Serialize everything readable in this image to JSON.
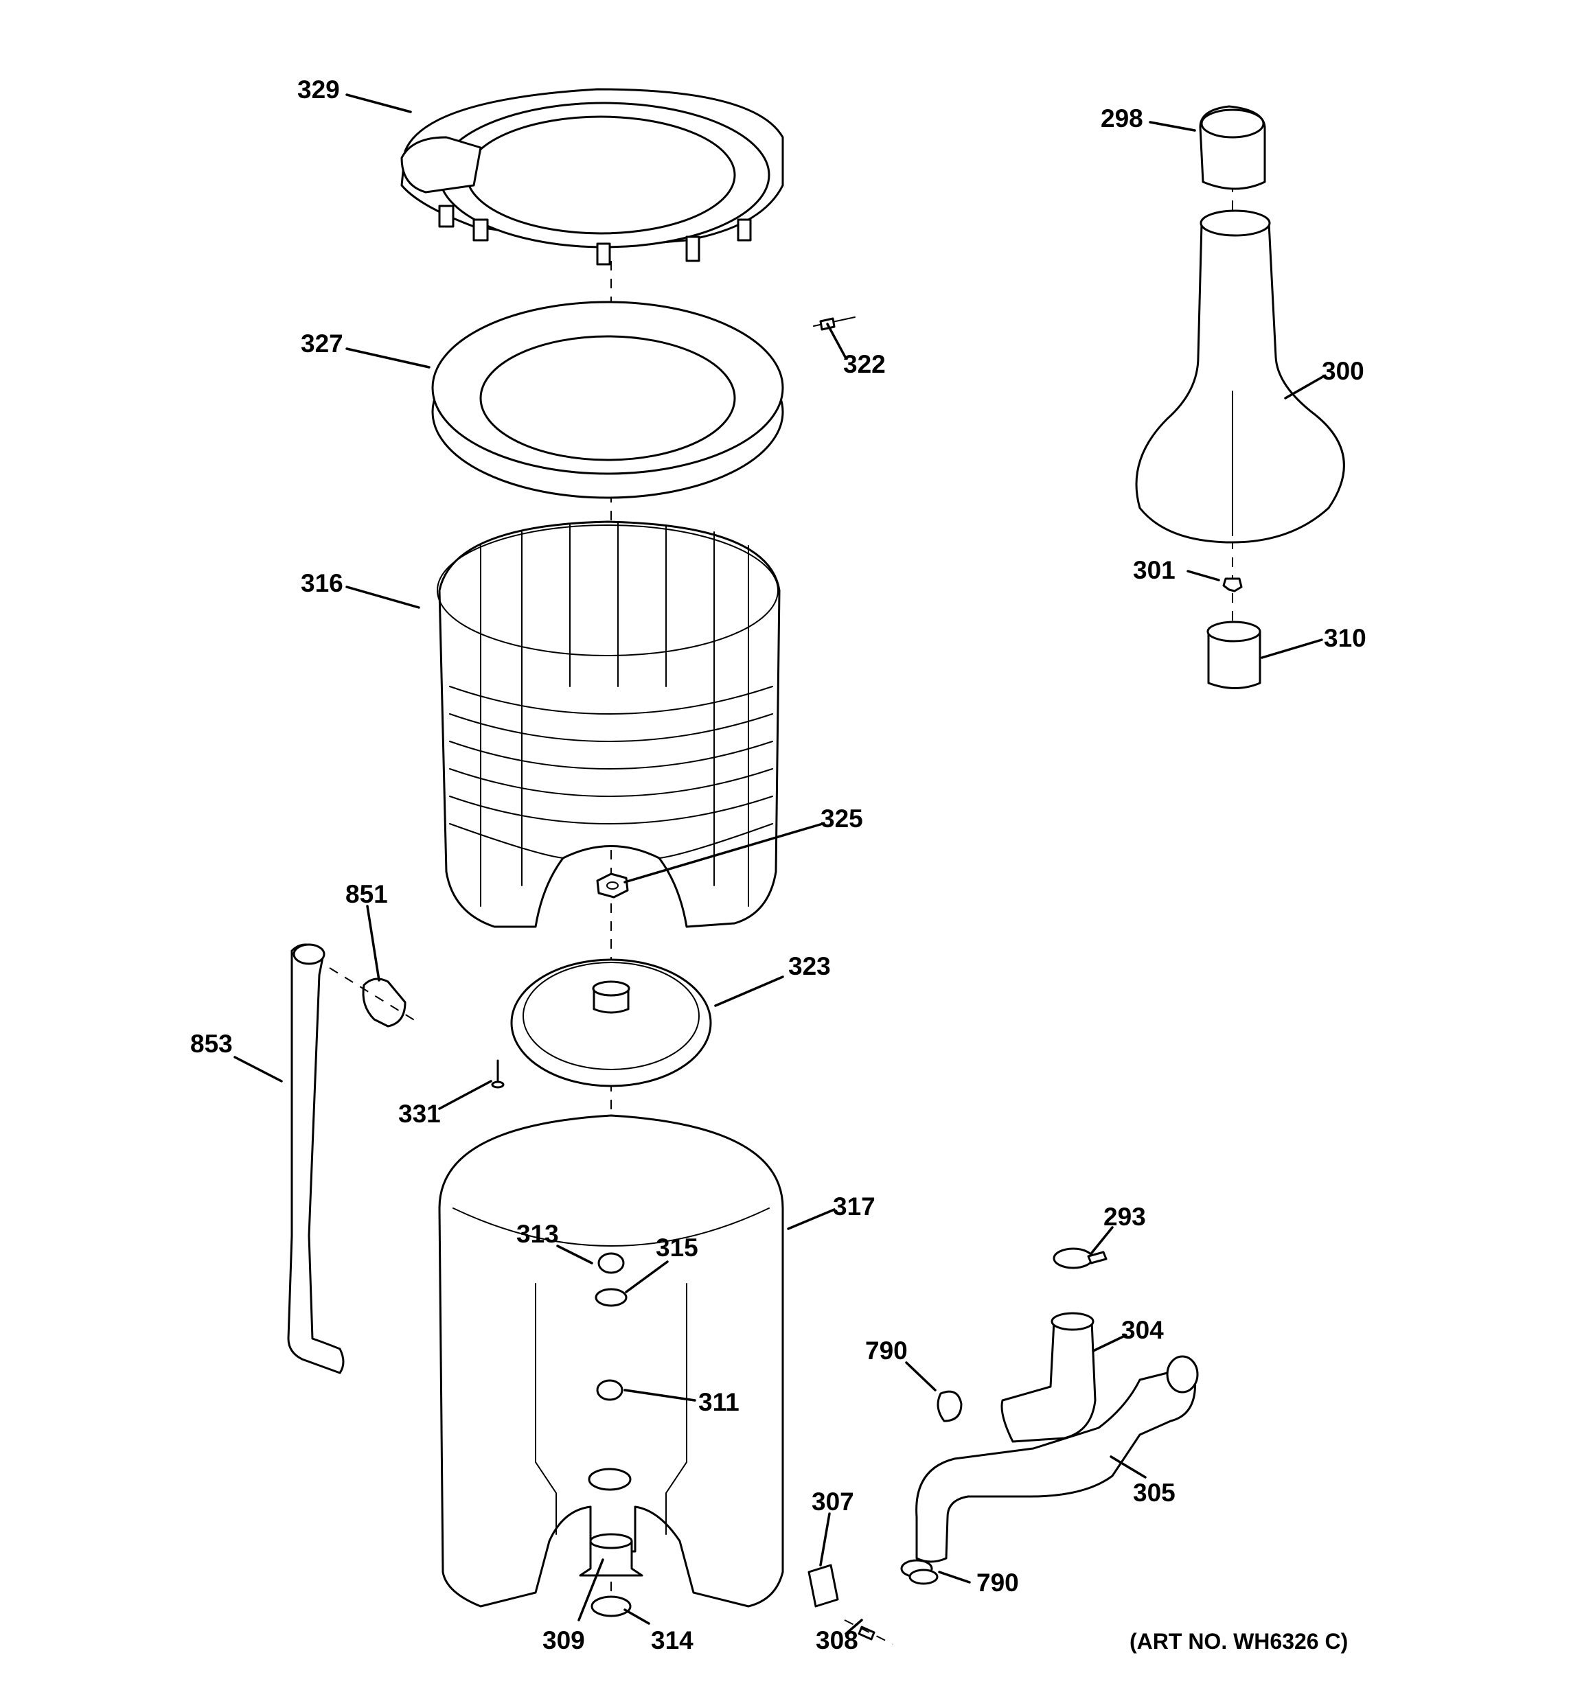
{
  "art_number": "(ART NO. WH6326 C)",
  "callouts": [
    {
      "id": "329",
      "label": "329"
    },
    {
      "id": "298",
      "label": "298"
    },
    {
      "id": "327",
      "label": "327"
    },
    {
      "id": "322",
      "label": "322"
    },
    {
      "id": "300",
      "label": "300"
    },
    {
      "id": "316",
      "label": "316"
    },
    {
      "id": "301",
      "label": "301"
    },
    {
      "id": "310",
      "label": "310"
    },
    {
      "id": "325",
      "label": "325"
    },
    {
      "id": "851",
      "label": "851"
    },
    {
      "id": "323",
      "label": "323"
    },
    {
      "id": "853",
      "label": "853"
    },
    {
      "id": "331",
      "label": "331"
    },
    {
      "id": "317",
      "label": "317"
    },
    {
      "id": "293",
      "label": "293"
    },
    {
      "id": "313",
      "label": "313"
    },
    {
      "id": "315",
      "label": "315"
    },
    {
      "id": "304",
      "label": "304"
    },
    {
      "id": "790a",
      "label": "790"
    },
    {
      "id": "311",
      "label": "311"
    },
    {
      "id": "307",
      "label": "307"
    },
    {
      "id": "305",
      "label": "305"
    },
    {
      "id": "790b",
      "label": "790"
    },
    {
      "id": "309",
      "label": "309"
    },
    {
      "id": "314",
      "label": "314"
    },
    {
      "id": "308",
      "label": "308"
    }
  ]
}
